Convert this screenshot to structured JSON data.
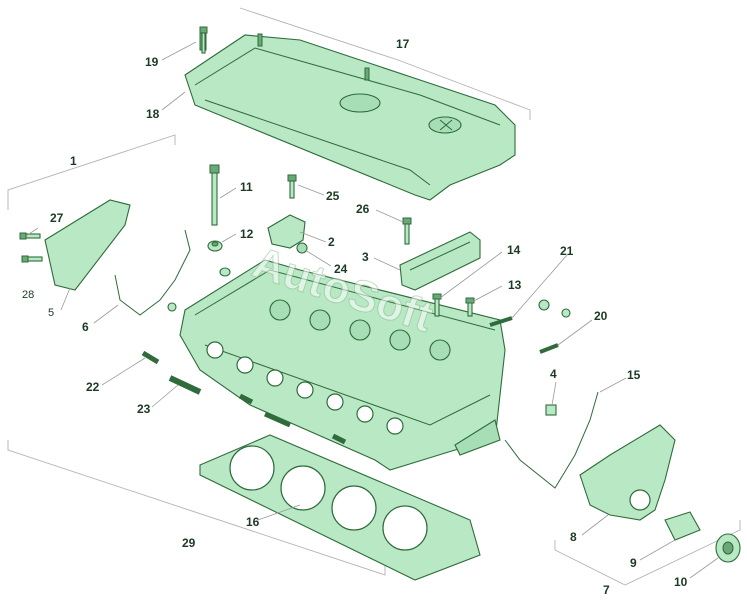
{
  "watermark": "AutoSoft",
  "colors": {
    "part_fill": "#b9e8c4",
    "part_stroke": "#2f6b3b",
    "label": "#1c3a22"
  },
  "callouts": [
    "1",
    "2",
    "3",
    "4",
    "5",
    "6",
    "7",
    "8",
    "9",
    "10",
    "11",
    "12",
    "13",
    "14",
    "15",
    "16",
    "17",
    "18",
    "19",
    "20",
    "21",
    "22",
    "23",
    "24",
    "25",
    "26",
    "27",
    "28",
    "29"
  ]
}
